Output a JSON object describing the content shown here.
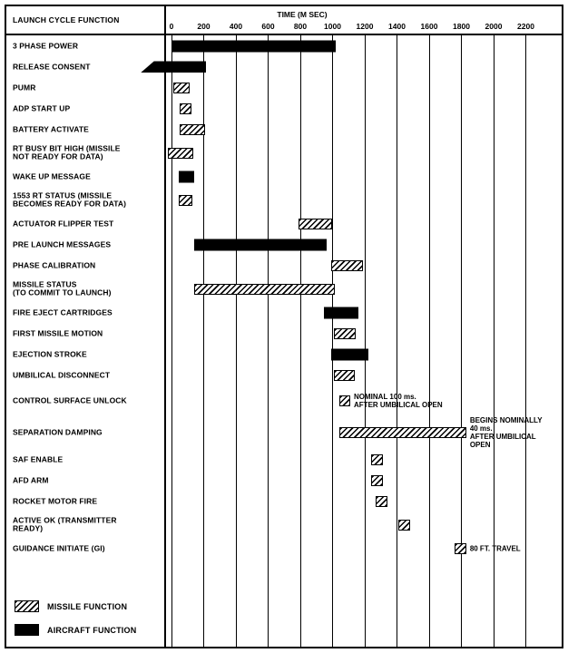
{
  "header": {
    "left_title": "LAUNCH CYCLE FUNCTION",
    "axis_title": "TIME (M SEC)"
  },
  "colors": {
    "ink": "#000000",
    "background": "#ffffff",
    "missile_pattern": "diagonal-hatch-black-on-white",
    "aircraft_fill": "#000000"
  },
  "chart_data": {
    "type": "bar",
    "subtype": "gantt-timeline",
    "title": "LAUNCH CYCLE FUNCTION vs TIME (M SEC)",
    "xlabel": "TIME (M SEC)",
    "axis": {
      "unit": "M SEC",
      "ticks": [
        0,
        200,
        400,
        600,
        800,
        1000,
        1200,
        1400,
        1600,
        1800,
        2000,
        2200
      ],
      "min": -200,
      "max": 2400,
      "grid": "vertical"
    },
    "rows": [
      {
        "label_lines": [
          "3 PHASE POWER"
        ],
        "start": 0,
        "end": 1020,
        "category": "aircraft"
      },
      {
        "label_lines": [
          "RELEASE CONSENT"
        ],
        "start": -190,
        "end": 215,
        "category": "aircraft",
        "shape": "slant-left"
      },
      {
        "label_lines": [
          "PUMR"
        ],
        "start": 10,
        "end": 115,
        "category": "missile"
      },
      {
        "label_lines": [
          "ADP START UP"
        ],
        "start": 50,
        "end": 125,
        "category": "missile"
      },
      {
        "label_lines": [
          "BATTERY ACTIVATE"
        ],
        "start": 50,
        "end": 210,
        "category": "missile"
      },
      {
        "label_lines": [
          "RT BUSY BIT HIGH (MISSILE",
          "NOT READY FOR DATA)"
        ],
        "start": -25,
        "end": 135,
        "category": "missile"
      },
      {
        "label_lines": [
          "WAKE UP MESSAGE"
        ],
        "start": 45,
        "end": 140,
        "category": "aircraft"
      },
      {
        "label_lines": [
          "1553 RT STATUS (MISSILE",
          "BECOMES READY FOR DATA)"
        ],
        "start": 45,
        "end": 130,
        "category": "missile"
      },
      {
        "label_lines": [
          "ACTUATOR FLIPPER TEST"
        ],
        "start": 790,
        "end": 1000,
        "category": "missile"
      },
      {
        "label_lines": [
          "PRE LAUNCH MESSAGES"
        ],
        "start": 140,
        "end": 965,
        "category": "aircraft"
      },
      {
        "label_lines": [
          "PHASE CALIBRATION"
        ],
        "start": 990,
        "end": 1190,
        "category": "missile"
      },
      {
        "label_lines": [
          "MISSILE STATUS",
          "(TO COMMIT TO LAUNCH)"
        ],
        "start": 140,
        "end": 1015,
        "category": "missile"
      },
      {
        "label_lines": [
          "FIRE EJECT CARTRIDGES"
        ],
        "start": 945,
        "end": 1160,
        "category": "aircraft"
      },
      {
        "label_lines": [
          "FIRST MISSILE MOTION"
        ],
        "start": 1010,
        "end": 1145,
        "category": "missile"
      },
      {
        "label_lines": [
          "EJECTION STROKE"
        ],
        "start": 990,
        "end": 1220,
        "category": "aircraft"
      },
      {
        "label_lines": [
          "UMBILICAL DISCONNECT"
        ],
        "start": 1010,
        "end": 1140,
        "category": "missile"
      },
      {
        "label_lines": [
          "CONTROL SURFACE UNLOCK"
        ],
        "start": 1040,
        "end": 1110,
        "category": "missile",
        "annotation_lines": [
          "NOMINAL 100 ms.",
          "AFTER UMBILICAL OPEN"
        ]
      },
      {
        "label_lines": [
          "SEPARATION DAMPING"
        ],
        "start": 1040,
        "end": 1830,
        "category": "missile",
        "annotation_lines": [
          "BEGINS NOMINALLY",
          "40 ms.",
          "AFTER UMBILICAL",
          "OPEN"
        ]
      },
      {
        "label_lines": [
          "SAF ENABLE"
        ],
        "start": 1240,
        "end": 1310,
        "category": "missile"
      },
      {
        "label_lines": [
          "AFD ARM"
        ],
        "start": 1240,
        "end": 1310,
        "category": "missile"
      },
      {
        "label_lines": [
          "ROCKET MOTOR FIRE"
        ],
        "start": 1270,
        "end": 1340,
        "category": "missile"
      },
      {
        "label_lines": [
          "ACTIVE OK (TRANSMITTER",
          "READY)"
        ],
        "start": 1410,
        "end": 1480,
        "category": "missile"
      },
      {
        "label_lines": [
          "GUIDANCE INITIATE (GI)"
        ],
        "start": 1760,
        "end": 1830,
        "category": "missile",
        "annotation_lines": [
          "80 FT. TRAVEL"
        ]
      }
    ],
    "legend": [
      {
        "label": "MISSILE FUNCTION",
        "category": "missile"
      },
      {
        "label": "AIRCRAFT FUNCTION",
        "category": "aircraft"
      }
    ],
    "legend_position": "bottom-left"
  }
}
